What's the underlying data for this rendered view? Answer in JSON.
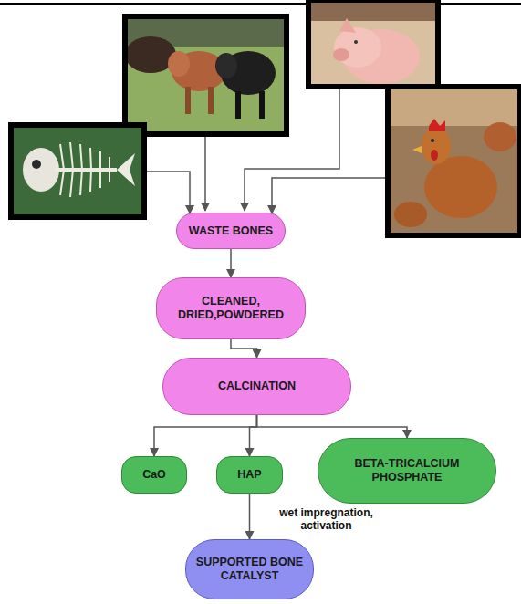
{
  "diagram": {
    "nodes": [
      {
        "text": [
          "WASTE BONES"
        ]
      },
      {
        "text": [
          "CLEANED, DRIED,POWDERED"
        ]
      },
      {
        "text": [
          "CALCINATION"
        ]
      },
      {
        "text": [
          "CaO"
        ]
      },
      {
        "text": [
          "HAP"
        ]
      },
      {
        "text": [
          "BETA-TRICALCIUM PHOSPHATE"
        ]
      },
      {
        "text": [
          "SUPPORTED BONE CATALYST"
        ]
      }
    ],
    "edges": [
      {
        "from": 0,
        "to": 1,
        "arrow": "to"
      },
      {
        "from": 1,
        "to": 2,
        "arrow": "to"
      },
      {
        "from": 2,
        "to": 3,
        "arrow": "to"
      },
      {
        "from": 2,
        "to": 4,
        "arrow": "to"
      },
      {
        "from": 2,
        "to": 5,
        "arrow": "to"
      },
      {
        "from": 4,
        "to": 6,
        "label": "wet impregnation, activation",
        "arrow": "to"
      }
    ]
  }
}
